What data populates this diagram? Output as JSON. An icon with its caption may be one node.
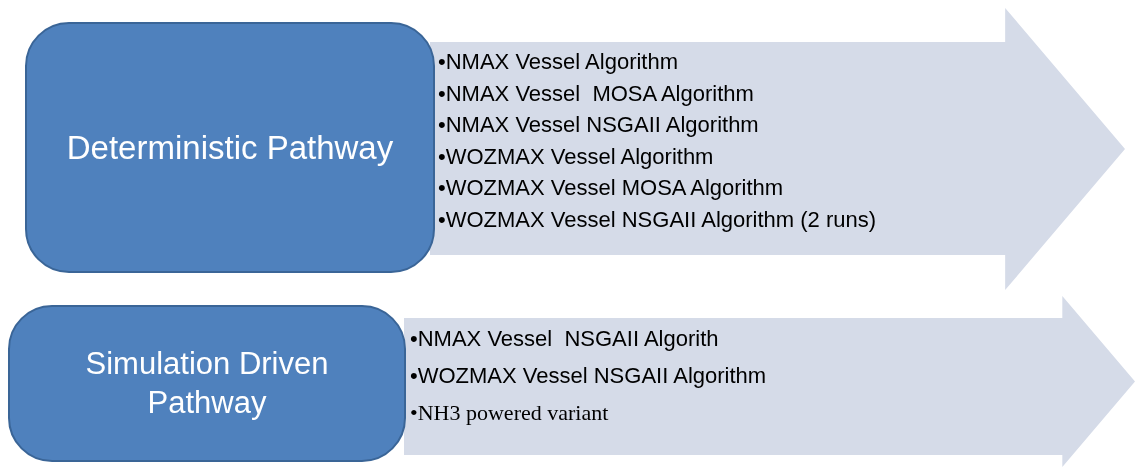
{
  "diagram": {
    "nodes": [
      {
        "text": [
          "Deterministic Pathway"
        ]
      },
      {
        "text": [
          "•NMAX Vessel Algorithm",
          "•NMAX Vessel  MOSA Algorithm",
          "•NMAX Vessel NSGAII Algorithm",
          "•WOZMAX Vessel Algorithm",
          "•WOZMAX Vessel MOSA Algorithm",
          "•WOZMAX Vessel NSGAII Algorithm (2 runs)"
        ]
      },
      {
        "text": [
          "Simulation Driven Pathway"
        ]
      },
      {
        "text": [
          "•NMAX Vessel  NSGAII Algorith",
          "•WOZMAX Vessel NSGAII Algorithm",
          "•NH3 powered variant"
        ]
      }
    ]
  }
}
